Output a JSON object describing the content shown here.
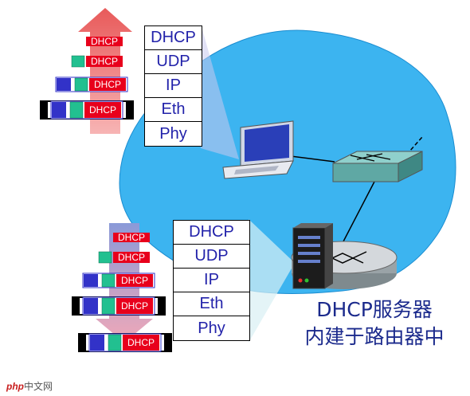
{
  "top_stack": [
    "DHCP",
    "UDP",
    "IP",
    "Eth",
    "Phy"
  ],
  "bottom_stack": [
    "DHCP",
    "UDP",
    "IP",
    "Eth",
    "Phy"
  ],
  "packet_label": "DHCP",
  "caption": [
    "DHCP服务器",
    "内建于路由器中"
  ],
  "watermark": {
    "logo": "php",
    "text": "中文网"
  },
  "colors": {
    "cloud": "#3cb4f0",
    "header_red": "#e8001c",
    "udp_teal": "#22c090",
    "ip_blue": "#3232c8",
    "eth_black": "#000000",
    "text_blue": "#2222aa"
  }
}
